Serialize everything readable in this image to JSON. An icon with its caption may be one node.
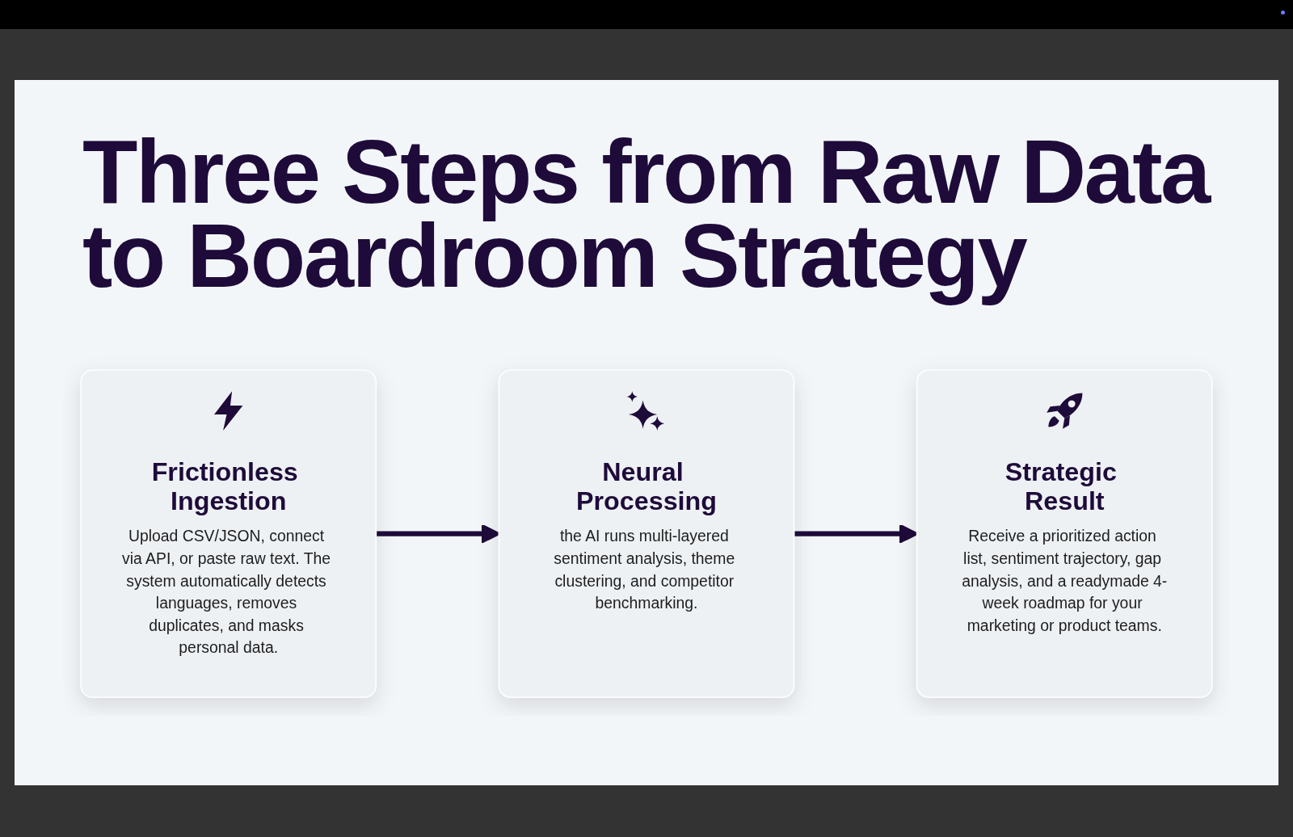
{
  "diagram": {
    "title": "Three Steps from Raw Data to Boardroom Strategy",
    "nodes": [
      {
        "text": [
          "Frictionless Ingestion",
          "Upload CSV/JSON, connect via API, or paste raw text. The system automatically detects languages, removes duplicates, and masks personal data."
        ]
      },
      {
        "text": [
          "Neural Processing",
          "the AI runs multi-layered sentiment analysis, theme clustering, and competitor benchmarking."
        ]
      },
      {
        "text": [
          "Strategic Result",
          "Receive a prioritized action list, sentiment trajectory, gap analysis, and a readymade 4-week roadmap for your marketing or product teams."
        ]
      }
    ],
    "edges": [
      {
        "from": 0,
        "to": 1,
        "arrow": "to"
      },
      {
        "from": 1,
        "to": 2,
        "arrow": "to"
      }
    ]
  }
}
